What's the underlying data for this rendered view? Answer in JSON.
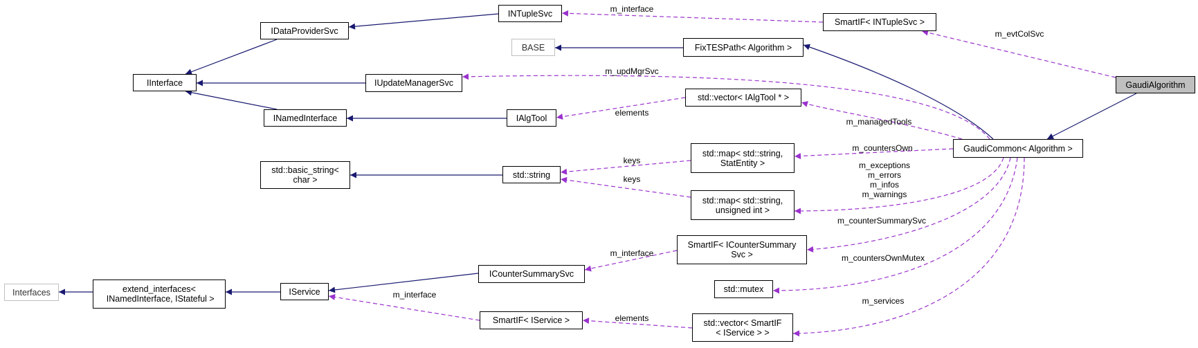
{
  "nodes": {
    "gaudi_algorithm": "GaudiAlgorithm",
    "gaudi_common": "GaudiCommon< Algorithm >",
    "fixtespath": "FixTESPath< Algorithm >",
    "base": "BASE",
    "smartif_intuplesvc": "SmartIF< INTupleSvc >",
    "intuplesvc": "INTupleSvc",
    "idataprovidersvc": "IDataProviderSvc",
    "iinterface": "IInterface",
    "iupdatemanagersvc": "IUpdateManagerSvc",
    "inamedinterface": "INamedInterface",
    "ialgtool": "IAlgTool",
    "vector_ialgtool": "std::vector< IAlgTool * >",
    "map_statentity": [
      "std::map< std::string,",
      "StatEntity >"
    ],
    "map_uint": [
      "std::map< std::string,",
      "unsigned int >"
    ],
    "std_string": "std::string",
    "basic_string": [
      "std::basic_string<",
      "char >"
    ],
    "smartif_icountersummary": [
      "SmartIF< ICounterSummary",
      "Svc >"
    ],
    "icountersummarysvc": "ICounterSummarySvc",
    "std_mutex": "std::mutex",
    "vector_smartif": [
      "std::vector< SmartIF",
      "< IService > >"
    ],
    "smartif_iservice": "SmartIF< IService >",
    "iservice": "IService",
    "extend_interfaces": [
      "extend_interfaces<",
      " INamedInterface, IStateful >"
    ],
    "interfaces": "Interfaces"
  },
  "edge_labels": {
    "m_interface_top": "m_interface",
    "m_evtColSvc": "m_evtColSvc",
    "m_updMgrSvc": "m_updMgrSvc",
    "elements_tools": "elements",
    "m_managedTools": "m_managedTools",
    "m_countersOwn": "m_countersOwn",
    "keys_1": "keys",
    "keys_2": "keys",
    "m_exceptions": "m_exceptions",
    "m_errors": "m_errors",
    "m_infos": "m_infos",
    "m_warnings": "m_warnings",
    "m_counterSummarySvc": "m_counterSummarySvc",
    "m_interface_mid": "m_interface",
    "m_countersOwnMutex": "m_countersOwnMutex",
    "m_interface_low": "m_interface",
    "elements_services": "elements",
    "m_services": "m_services"
  },
  "colors": {
    "inheritance": "#191970",
    "usage": "#9a32cd",
    "focus_fill": "#bfbfbf",
    "external_border": "#bfbfbf"
  }
}
